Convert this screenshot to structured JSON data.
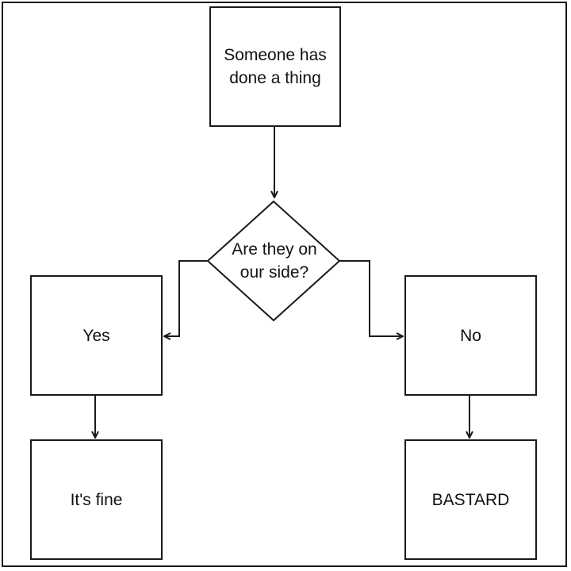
{
  "diagram": {
    "nodes": {
      "start": {
        "label": "Someone has\ndone a thing"
      },
      "decision": {
        "label": "Are they on\nour side?"
      },
      "yes": {
        "label": "Yes"
      },
      "no": {
        "label": "No"
      },
      "fine": {
        "label": "It's fine"
      },
      "bastard": {
        "label": "BASTARD"
      }
    },
    "edges": [
      {
        "from": "start",
        "to": "decision"
      },
      {
        "from": "decision",
        "to": "yes"
      },
      {
        "from": "decision",
        "to": "no"
      },
      {
        "from": "yes",
        "to": "fine"
      },
      {
        "from": "no",
        "to": "bastard"
      }
    ],
    "colors": {
      "stroke": "#1a1a1a",
      "fill": "#ffffff",
      "text": "#111111"
    }
  }
}
